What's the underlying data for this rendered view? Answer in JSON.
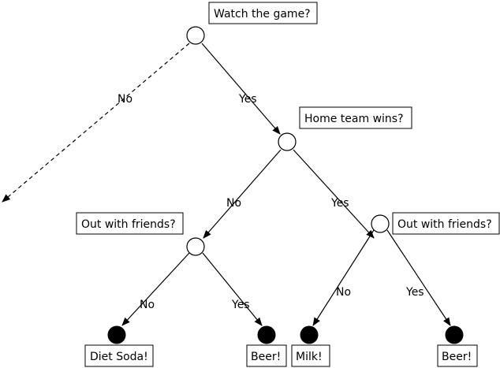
{
  "questions": {
    "root": "Watch the game?",
    "home_team": "Home team wins?",
    "friends_left": "Out with friends?",
    "friends_right": "Out with friends?"
  },
  "edges": {
    "root_no": "No",
    "root_yes": "Yes",
    "home_no": "No",
    "home_yes": "Yes",
    "left_no": "No",
    "left_yes": "Yes",
    "right_no": "No",
    "right_yes": "Yes"
  },
  "outcomes": {
    "diet_soda": "Diet Soda!",
    "beer_left": "Beer!",
    "milk": "Milk!",
    "beer_right": "Beer!"
  }
}
